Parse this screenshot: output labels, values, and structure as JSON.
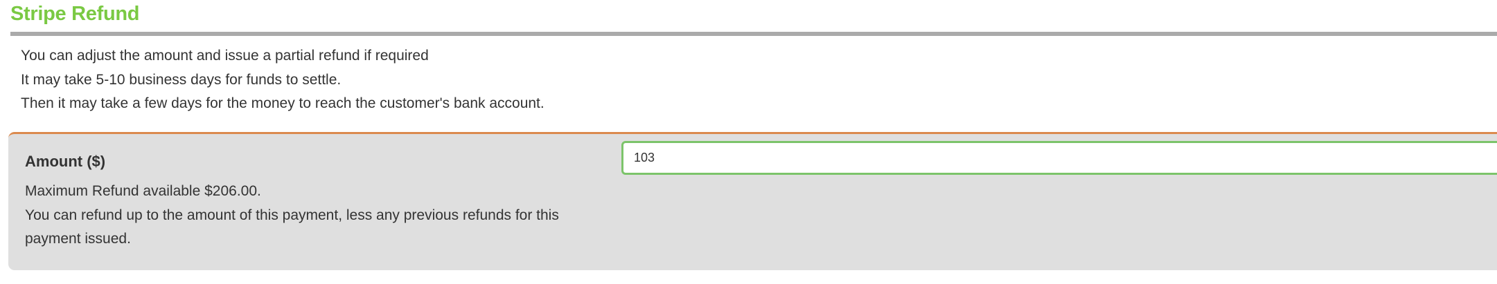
{
  "page": {
    "title": "Stripe Refund",
    "accent_color": "#7ac943",
    "panel_border_color": "#db8a4e",
    "input_border_color": "#7cc46a"
  },
  "intro": {
    "lines": [
      "You can adjust the amount and issue a partial refund if required",
      "It may take 5-10 business days for funds to settle.",
      "Then it may take a few days for the money to reach the customer's bank account."
    ]
  },
  "amount_field": {
    "label": "Amount ($)",
    "value": "103",
    "max_refund_text": "Maximum Refund available $206.00.",
    "help_text": "You can refund up to the amount of this payment, less any previous refunds for this payment issued."
  }
}
